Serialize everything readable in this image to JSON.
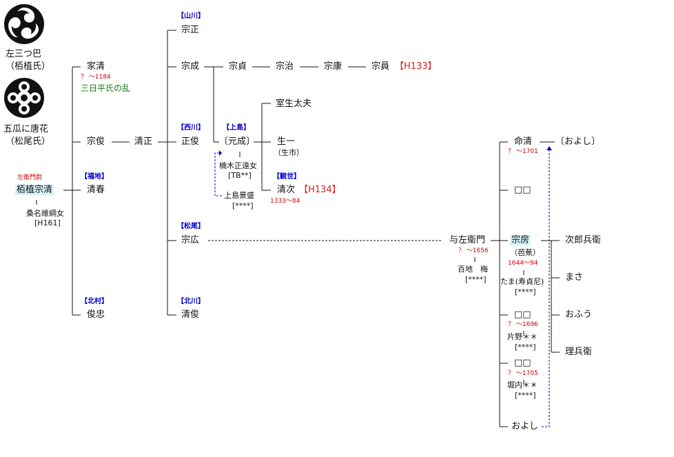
{
  "crests": [
    {
      "name": "左三つ巴",
      "clan": "（栢植氏）"
    },
    {
      "name": "五瓜に唐花",
      "clan": "（松尾氏）"
    }
  ],
  "root": {
    "title": "左衛門尉",
    "name": "栢植宗清",
    "wife": "桑名維綱女",
    "wife_ref": "[H161]"
  },
  "gen2": {
    "iekiyo": {
      "name": "家清",
      "dates": "？ ～1184",
      "note": "三日平氏の乱"
    },
    "munetoshi": {
      "name": "宗俊"
    },
    "kiyoharu": {
      "branch": "【福地】",
      "name": "清春"
    },
    "toshitada": {
      "branch": "【北村】",
      "name": "俊忠"
    }
  },
  "kiyomasa": {
    "name": "清正"
  },
  "gen4": {
    "munemasa": {
      "branch": "【山川】",
      "name": "宗正"
    },
    "munenari": {
      "name": "宗成"
    },
    "masatoshi": {
      "branch": "【西川】",
      "name": "正俊"
    },
    "munehiro": {
      "branch": "【松尾】",
      "name": "宗広"
    },
    "kiyotoshi": {
      "branch": "【北川】",
      "name": "清俊"
    }
  },
  "munenari_line": [
    "宗貞",
    "宗治",
    "宗康",
    "宗員"
  ],
  "munenari_ref": "【H133】",
  "motonari": {
    "branch": "【上島】",
    "name": "〔元成〕",
    "wife": "楠木正遠女",
    "wife_ref": "[TB**]",
    "father": "上島景盛",
    "father_ref": "[****]"
  },
  "motonari_children": {
    "muro": {
      "name": "室生太夫"
    },
    "ikuichi": {
      "name": "生一",
      "alt": "（生市）"
    },
    "kiyotsugu": {
      "branch": "【観世】",
      "name": "清次",
      "ref": "【H134】",
      "dates": "1333～84"
    }
  },
  "yozaemon": {
    "name": "与左衛門",
    "dates": "？ ～1656",
    "wife": "百地　梅",
    "wife_ref": "[****]"
  },
  "children": [
    {
      "name": "命清",
      "dates": "？ ～1701"
    },
    {
      "name": "□□"
    },
    {
      "name": "宗房",
      "alt": "（芭蕉）",
      "dates": "1644～94",
      "wife": "たま(寿貞尼)",
      "wife_ref": "[****]"
    },
    {
      "name": "□□",
      "dates": "？ ～1696",
      "wife": "片野＊＊",
      "wife_ref": "[****]"
    },
    {
      "name": "□□",
      "dates": "？ ～1705",
      "wife": "堀内＊＊",
      "wife_ref": "[****]"
    },
    {
      "name": "およし"
    }
  ],
  "adopted": {
    "name": "〔およし〕"
  },
  "grandchildren": [
    "次郎兵衛",
    "まさ",
    "おふう",
    "理兵衛"
  ]
}
